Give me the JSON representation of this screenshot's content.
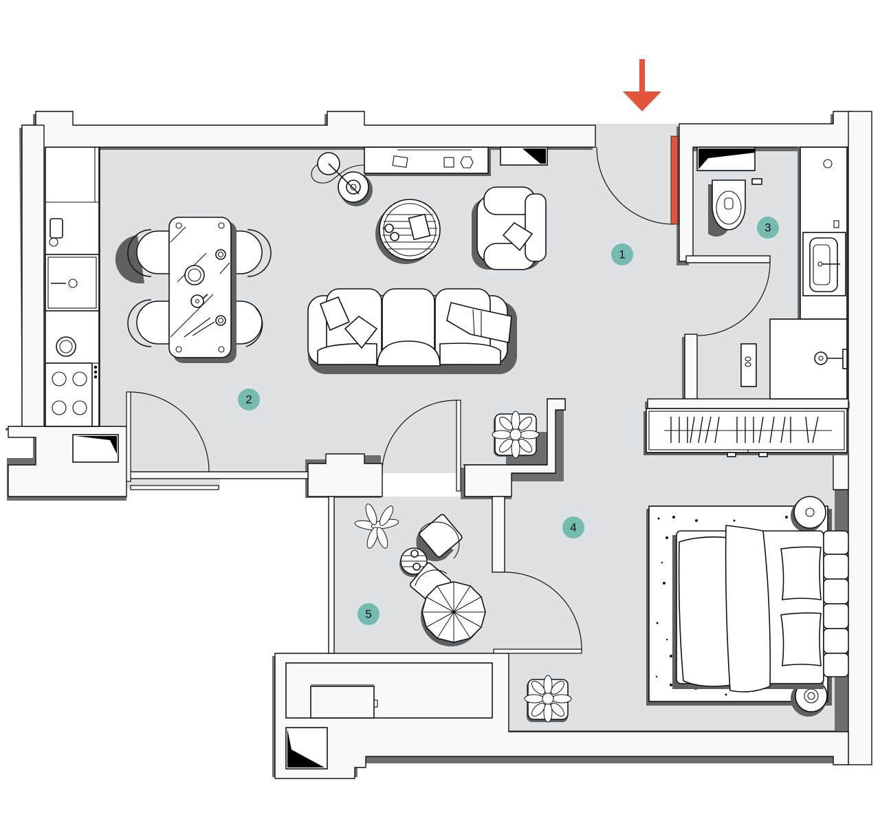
{
  "plan": {
    "type": "apartment floor plan",
    "entrance_arrow": {
      "color": "#e4543a",
      "direction": "down"
    },
    "accent_door_color": "#e4543a",
    "room_label_color": "#75bbb0",
    "floor_color": "#dfe2e5",
    "wall_color": "#f8f9fb",
    "rooms": [
      {
        "number": "1",
        "label": "1"
      },
      {
        "number": "2",
        "label": "2"
      },
      {
        "number": "3",
        "label": "3"
      },
      {
        "number": "4",
        "label": "4"
      },
      {
        "number": "5",
        "label": "5"
      }
    ]
  }
}
